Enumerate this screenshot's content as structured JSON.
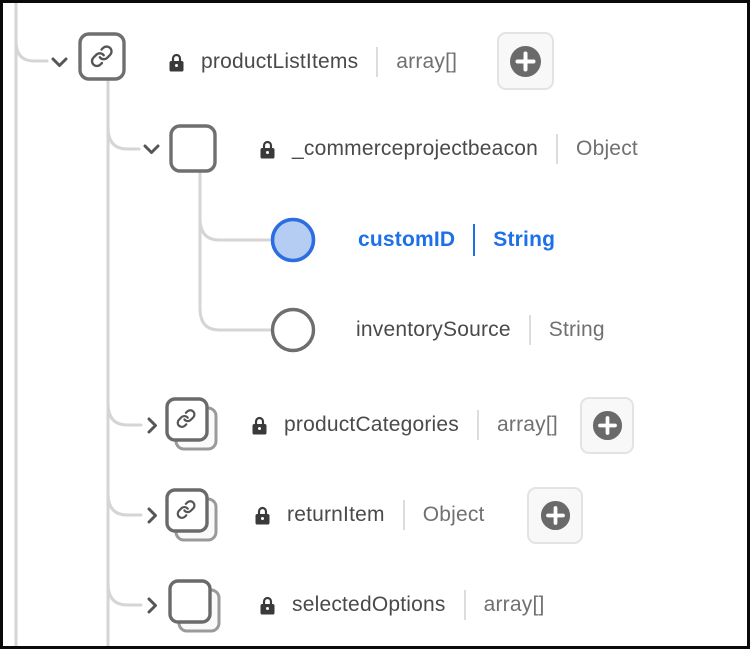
{
  "app": {
    "description": "schema-tree-editor"
  },
  "colors": {
    "accent": "#1C70E8",
    "selected_fill": "#B5CDF2",
    "name_text": "#4A4A4A",
    "type_text": "#707070",
    "tree_line": "#D5D5D5",
    "icon_border": "#6F6F6F",
    "plus_circle": "#6A6A6A",
    "lock": "#3A3A3A"
  },
  "tree": {
    "nodes": [
      {
        "name": "productListItems",
        "type": "array[]",
        "icon": "link-square-icon",
        "locked": true,
        "expanded": true,
        "selected": false,
        "has_add_button": true
      },
      {
        "name": "_commerceprojectbeacon",
        "type": "Object",
        "icon": "object-square-icon",
        "locked": true,
        "expanded": true,
        "selected": false,
        "has_add_button": false
      },
      {
        "name": "customID",
        "type": "String",
        "icon": "selected-field-circle-icon",
        "locked": false,
        "expanded": null,
        "selected": true,
        "has_add_button": false
      },
      {
        "name": "inventorySource",
        "type": "String",
        "icon": "field-circle-icon",
        "locked": false,
        "expanded": null,
        "selected": false,
        "has_add_button": false
      },
      {
        "name": "productCategories",
        "type": "array[]",
        "icon": "stacked-link-cards-icon",
        "locked": true,
        "expanded": false,
        "selected": false,
        "has_add_button": true
      },
      {
        "name": "returnItem",
        "type": "Object",
        "icon": "stacked-link-cards-icon",
        "locked": true,
        "expanded": false,
        "selected": false,
        "has_add_button": true
      },
      {
        "name": "selectedOptions",
        "type": "array[]",
        "icon": "stacked-cards-icon",
        "locked": true,
        "expanded": false,
        "selected": false,
        "has_add_button": false
      }
    ],
    "add_button_label": "+"
  }
}
